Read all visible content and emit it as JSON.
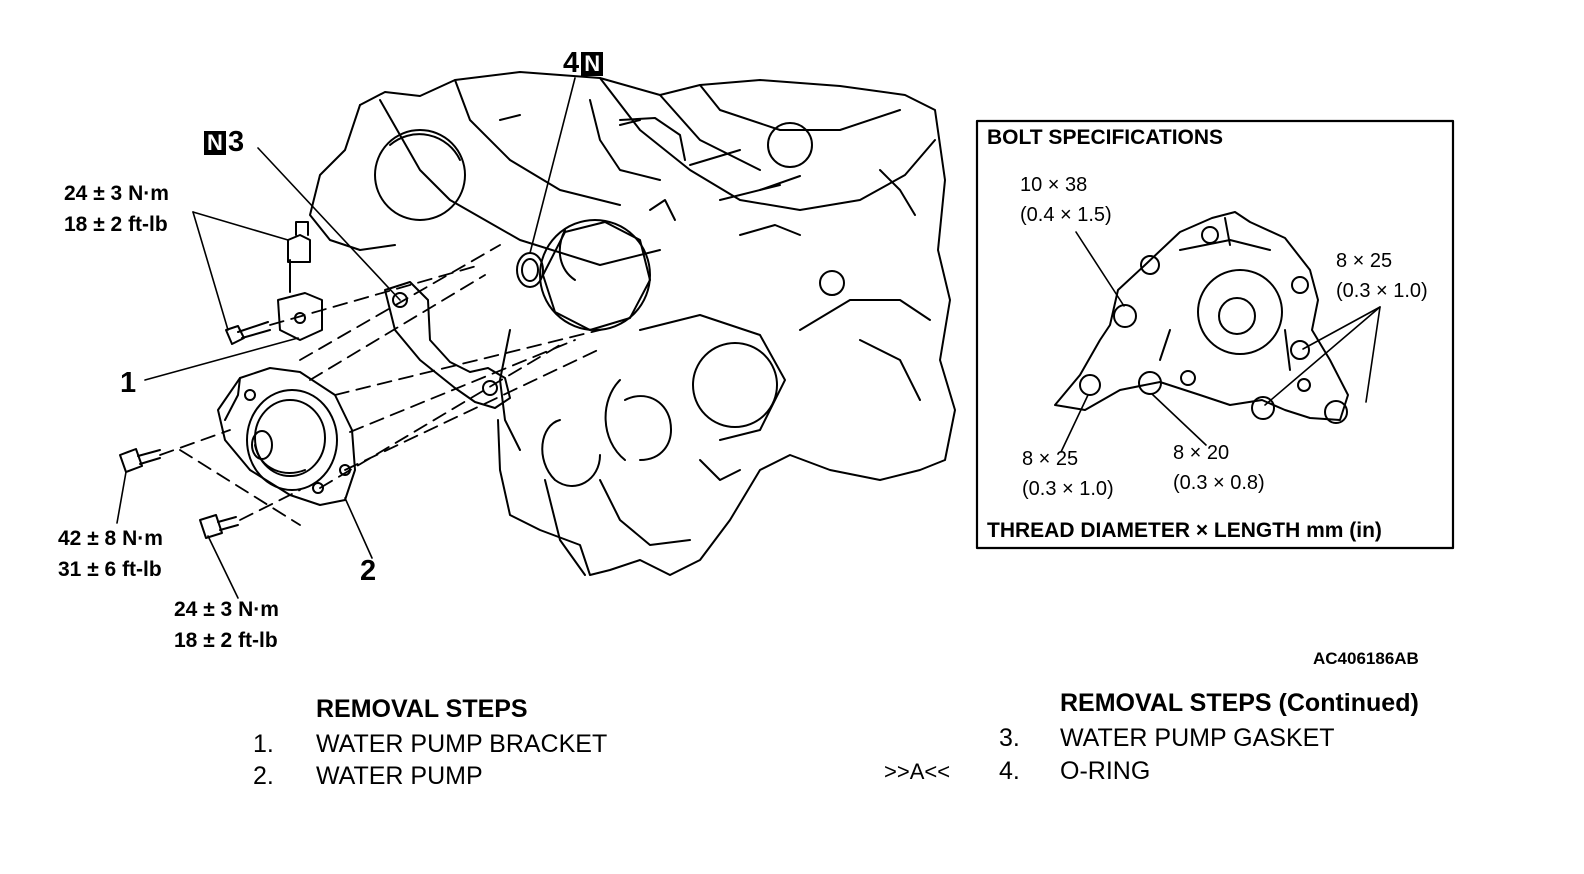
{
  "torques": {
    "bracket_bolt": {
      "nm": "24 ± 3 N·m",
      "ftlb": "18 ± 2 ft-lb"
    },
    "pump_bolt_upper": {
      "nm": "42 ± 8 N·m",
      "ftlb": "31 ± 6 ft-lb"
    },
    "pump_bolt_lower": {
      "nm": "24 ± 3 N·m",
      "ftlb": "18 ± 2 ft-lb"
    }
  },
  "callouts": {
    "item1": "1",
    "item2": "2",
    "item3": {
      "number": "3",
      "badge": "N"
    },
    "item4": {
      "number": "4",
      "badge": "N"
    }
  },
  "bolt_specs": {
    "title": "BOLT SPECIFICATIONS",
    "footer": "THREAD DIAMETER × LENGTH mm (in)",
    "specs": [
      {
        "mm": "10 × 38",
        "in": "(0.4 × 1.5)"
      },
      {
        "mm": "8 × 25",
        "in": "(0.3 × 1.0)"
      },
      {
        "mm": "8 × 25",
        "in": "(0.3 × 1.0)"
      },
      {
        "mm": "8 × 20",
        "in": "(0.3 × 0.8)"
      }
    ]
  },
  "figure_code": "AC406186AB",
  "removal_steps": {
    "title": "REMOVAL STEPS",
    "items": [
      {
        "num": "1.",
        "text": "WATER PUMP BRACKET"
      },
      {
        "num": "2.",
        "text": "WATER PUMP"
      }
    ]
  },
  "removal_steps_continued": {
    "title": "REMOVAL STEPS (Continued)",
    "items": [
      {
        "num": "3.",
        "text": "WATER PUMP GASKET",
        "marker": ""
      },
      {
        "num": "4.",
        "text": "O-RING",
        "marker": ">>A<<"
      }
    ]
  }
}
